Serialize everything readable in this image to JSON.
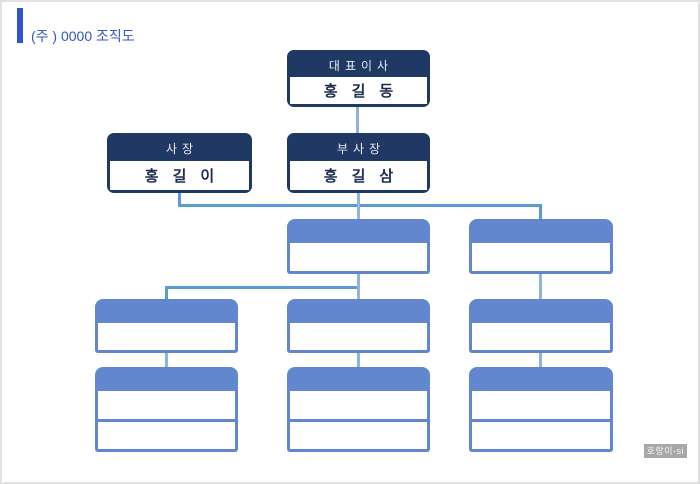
{
  "title": {
    "text": "(주 ) 0000 조직도"
  },
  "colors": {
    "accent": "#3355cc",
    "navy_box": "#1f3864",
    "blue_box": "#6287ce",
    "connector_medium": "#5b9bd5",
    "connector_light": "#8fb4e2"
  },
  "org_chart": {
    "type": "org-tree",
    "nodes": [
      {
        "id": "ceo",
        "role": "대표이사",
        "name": "홍길동",
        "level": 1,
        "parent": null,
        "style": "navy",
        "body_rows": 1
      },
      {
        "id": "president",
        "role": "사장",
        "name": "홍길이",
        "level": 2,
        "parent": "ceo",
        "style": "navy",
        "body_rows": 1
      },
      {
        "id": "vice-president",
        "role": "부사장",
        "name": "홍길삼",
        "level": 2,
        "parent": "ceo",
        "style": "navy",
        "body_rows": 1
      },
      {
        "id": "dept-a",
        "role": "",
        "name": "",
        "level": 3,
        "parent": "vice-president",
        "style": "blue",
        "body_rows": 1
      },
      {
        "id": "dept-b",
        "role": "",
        "name": "",
        "level": 3,
        "parent": "president",
        "style": "blue",
        "body_rows": 1
      },
      {
        "id": "dept-c",
        "role": "",
        "name": "",
        "level": 4,
        "parent": "dept-a",
        "style": "blue",
        "body_rows": 1
      },
      {
        "id": "dept-d",
        "role": "",
        "name": "",
        "level": 4,
        "parent": "dept-a",
        "style": "blue",
        "body_rows": 1
      },
      {
        "id": "dept-e",
        "role": "",
        "name": "",
        "level": 4,
        "parent": "dept-b",
        "style": "blue",
        "body_rows": 1
      },
      {
        "id": "dept-f",
        "role": "",
        "name": "",
        "level": 5,
        "parent": "dept-c",
        "style": "blue",
        "body_rows": 2
      },
      {
        "id": "dept-g",
        "role": "",
        "name": "",
        "level": 5,
        "parent": "dept-d",
        "style": "blue",
        "body_rows": 2
      },
      {
        "id": "dept-h",
        "role": "",
        "name": "",
        "level": 5,
        "parent": "dept-e",
        "style": "blue",
        "body_rows": 2
      }
    ]
  },
  "watermark": {
    "text": "호랑이-si"
  }
}
